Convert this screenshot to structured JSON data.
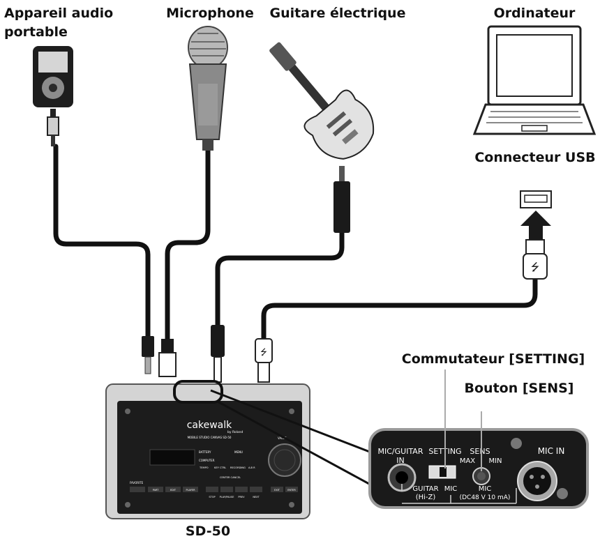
{
  "labels": {
    "portable_audio_l1": "Appareil audio",
    "portable_audio_l2": "portable",
    "microphone": "Microphone",
    "electric_guitar": "Guitare électrique",
    "computer": "Ordinateur",
    "usb_connector": "Connecteur USB",
    "setting_switch": "Commutateur [SETTING]",
    "sens_knob": "Bouton [SENS]",
    "device_name": "SD-50"
  },
  "device": {
    "brand": "cakewalk",
    "brand_sub": "by Roland",
    "subtitle": "MOBILE STUDIO CANVAS SD-50",
    "indicators": [
      "BATTERY",
      "COMPUTER"
    ],
    "menu": "MENU",
    "value": "VALUE",
    "mode_buttons": [
      "TEMPO",
      "KEY CTRL",
      "RECORDING",
      "A-B R"
    ],
    "center_label": "CENTER CANCEL",
    "favorite": "FAVORITE",
    "part_buttons": [
      "PART",
      "EDIT",
      "PLAYER"
    ],
    "transport": [
      "STOP",
      "PLAY/PAUSE",
      "PREV",
      "NEXT"
    ],
    "exit": "EXIT",
    "enter": "ENTER"
  },
  "panel": {
    "mic_guitar_in_l1": "MIC/GUITAR",
    "mic_guitar_in_l2": "IN",
    "setting": "SETTING",
    "sens": "SENS",
    "max": "MAX",
    "min": "MIN",
    "guitar": "GUITAR",
    "hiz": "(Hi-Z)",
    "mic": "MIC",
    "mic2": "MIC",
    "phantom": "(DC48 V 10 mA)",
    "mic_in": "MIC IN"
  }
}
